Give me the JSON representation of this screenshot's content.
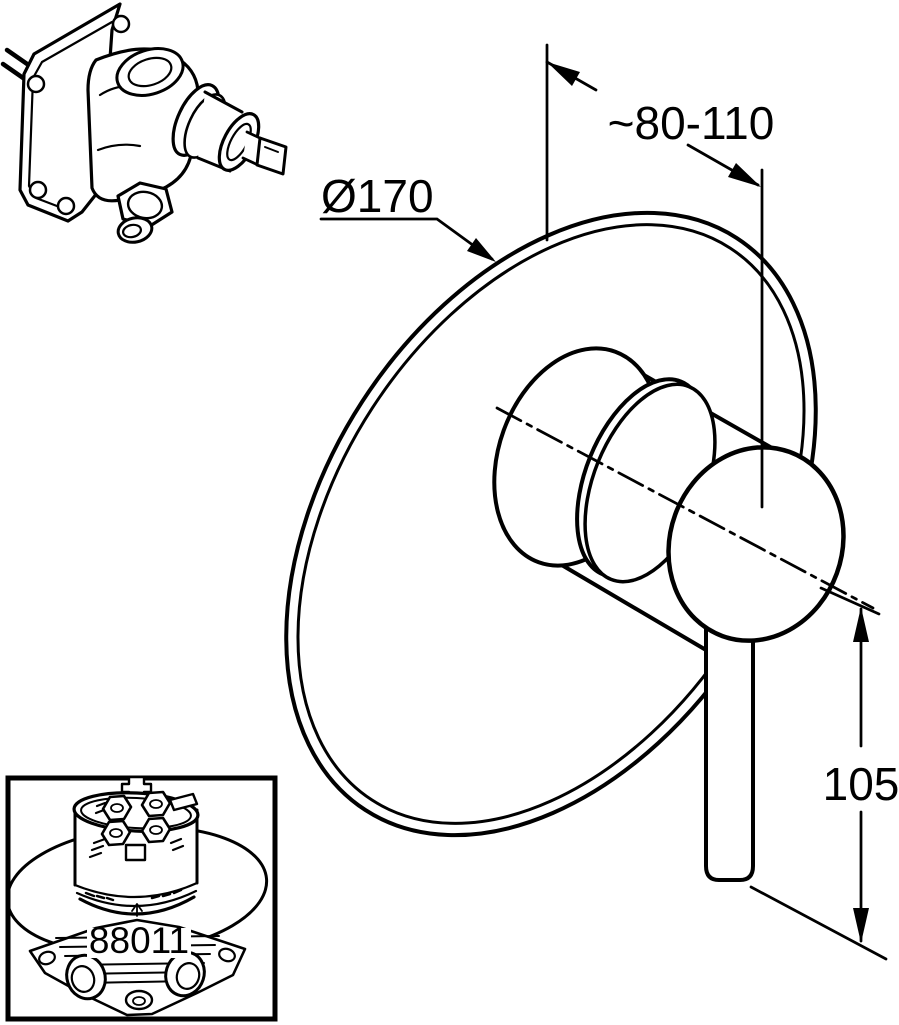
{
  "drawing": {
    "background": "#ffffff",
    "line_color": "#000000",
    "dimensions": {
      "depth_range": {
        "label": "~80-110"
      },
      "plate_diameter": {
        "label": "Ø170"
      },
      "handle_length": {
        "label": "105"
      }
    },
    "inset": {
      "part_number": "88011"
    }
  }
}
